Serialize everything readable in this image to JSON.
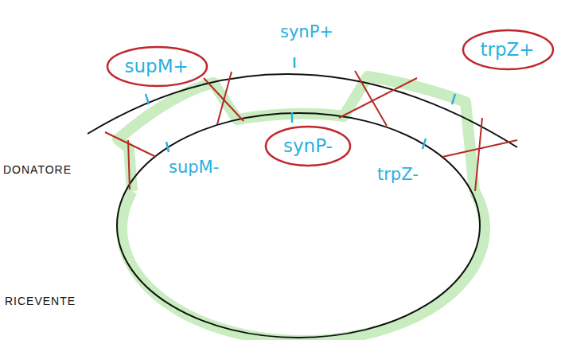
{
  "diagram": {
    "nodes": [
      {
        "text": [
          "supM+"
        ]
      },
      {
        "text": [
          "synP-"
        ]
      },
      {
        "text": [
          "trpZ+"
        ]
      }
    ],
    "labels": [
      "synP+",
      "supM-",
      "trpZ-",
      "DONATORE",
      "RICEVENTE"
    ]
  }
}
